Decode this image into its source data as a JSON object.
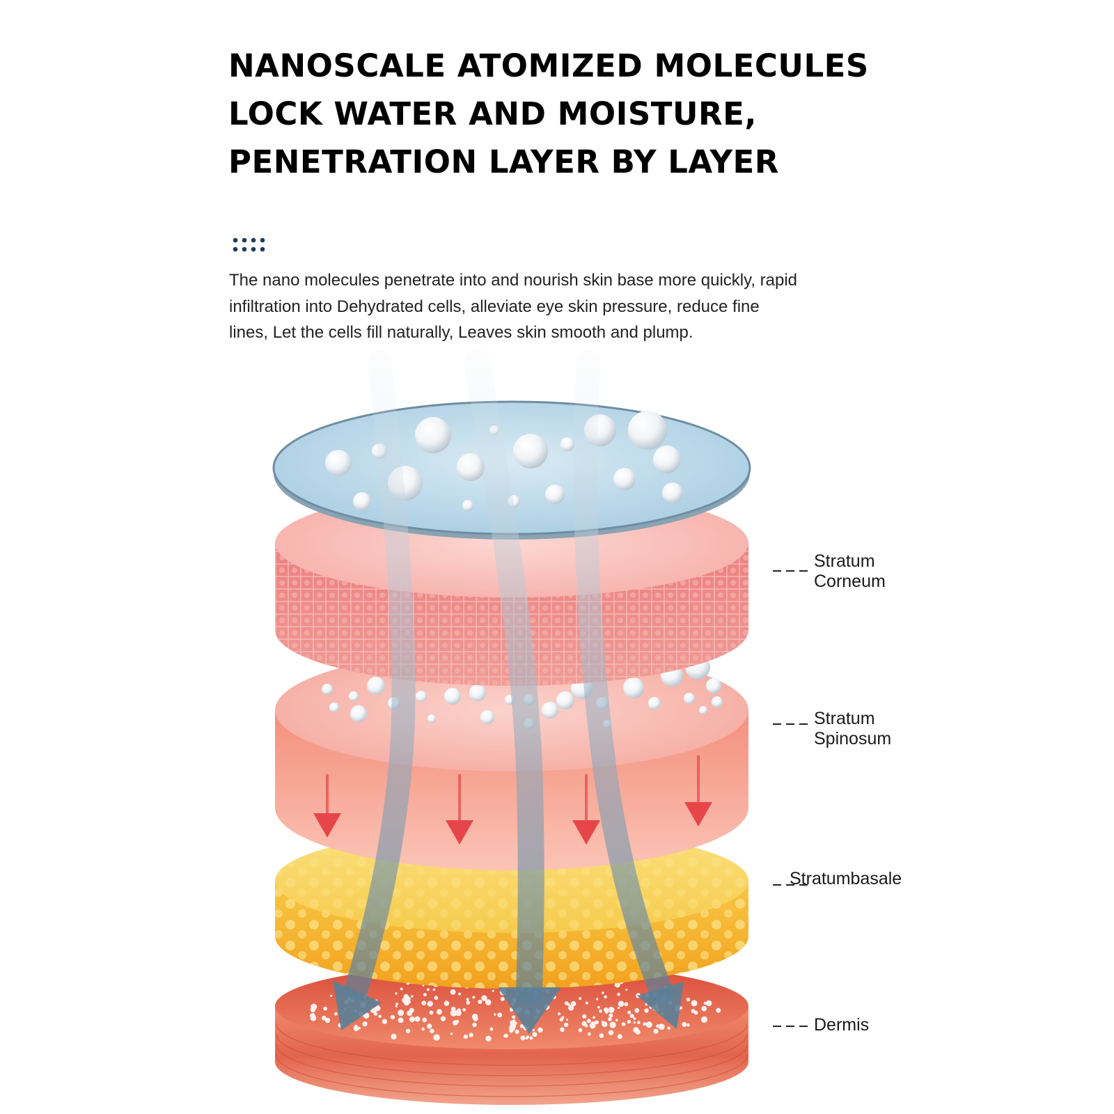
{
  "headline": {
    "lines": [
      "NANOSCALE ATOMIZED MOLECULES",
      "LOCK WATER AND MOISTURE,",
      "PENETRATION LAYER BY LAYER"
    ]
  },
  "description": {
    "lines": [
      "The nano molecules penetrate into and nourish skin base more quickly,  rapid",
      "infiltration into Dehydrated  cells,  alleviate eye skin pressure,  reduce fine",
      "lines,  Let the cells fill naturally,  Leaves skin smooth and plump."
    ]
  },
  "layers": [
    {
      "name_lines": [
        "Stratum",
        "Corneum"
      ],
      "color": "#e98a88"
    },
    {
      "name_lines": [
        "Stratum",
        "Spinosum"
      ],
      "color": "#f2988a"
    },
    {
      "name_lines": [
        "Stratumbasale"
      ],
      "color": "#f5b42a"
    },
    {
      "name_lines": [
        "Dermis"
      ],
      "color": "#e0644a"
    }
  ],
  "colors": {
    "accent_dots": "#1f3d5c",
    "water_disc": "#bcd9e9",
    "penetration_arrow": "#5a7f98",
    "downward_arrow": "#e6464a"
  },
  "icons": {
    "section_marker": "dot-grid-icon",
    "penetration": "curved-arrow-icon",
    "flow": "down-arrow-icon"
  }
}
